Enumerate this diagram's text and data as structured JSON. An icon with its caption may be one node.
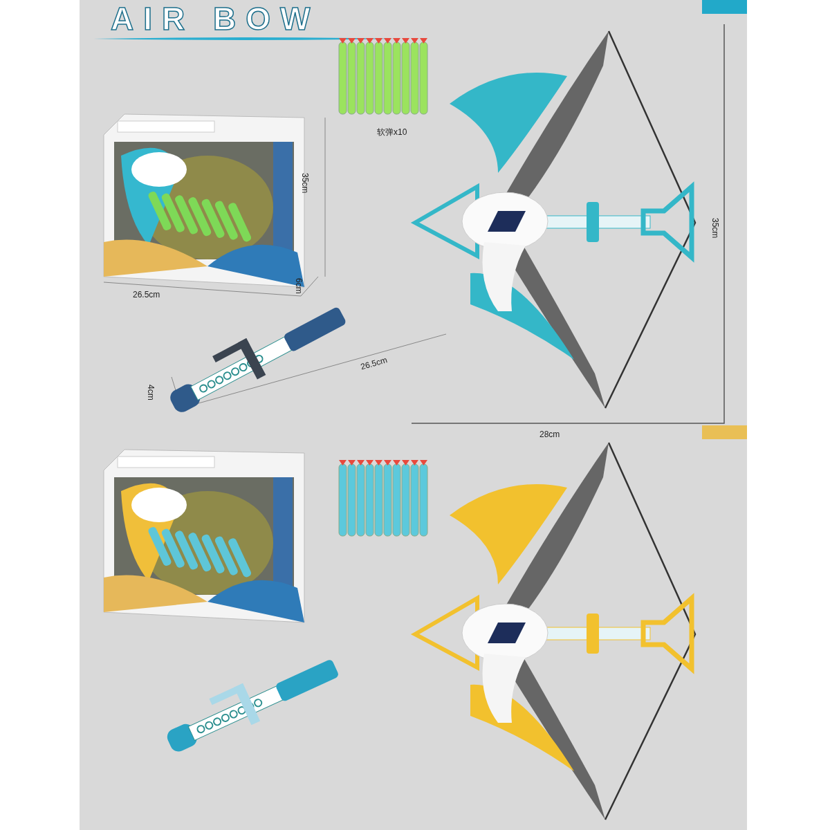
{
  "diagram": {
    "title": "AIR BOW",
    "labels": [
      "软弹x10",
      "35cm",
      "26.5cm",
      "6cm",
      "4cm",
      "26.5cm",
      "35cm",
      "28cm"
    ]
  }
}
